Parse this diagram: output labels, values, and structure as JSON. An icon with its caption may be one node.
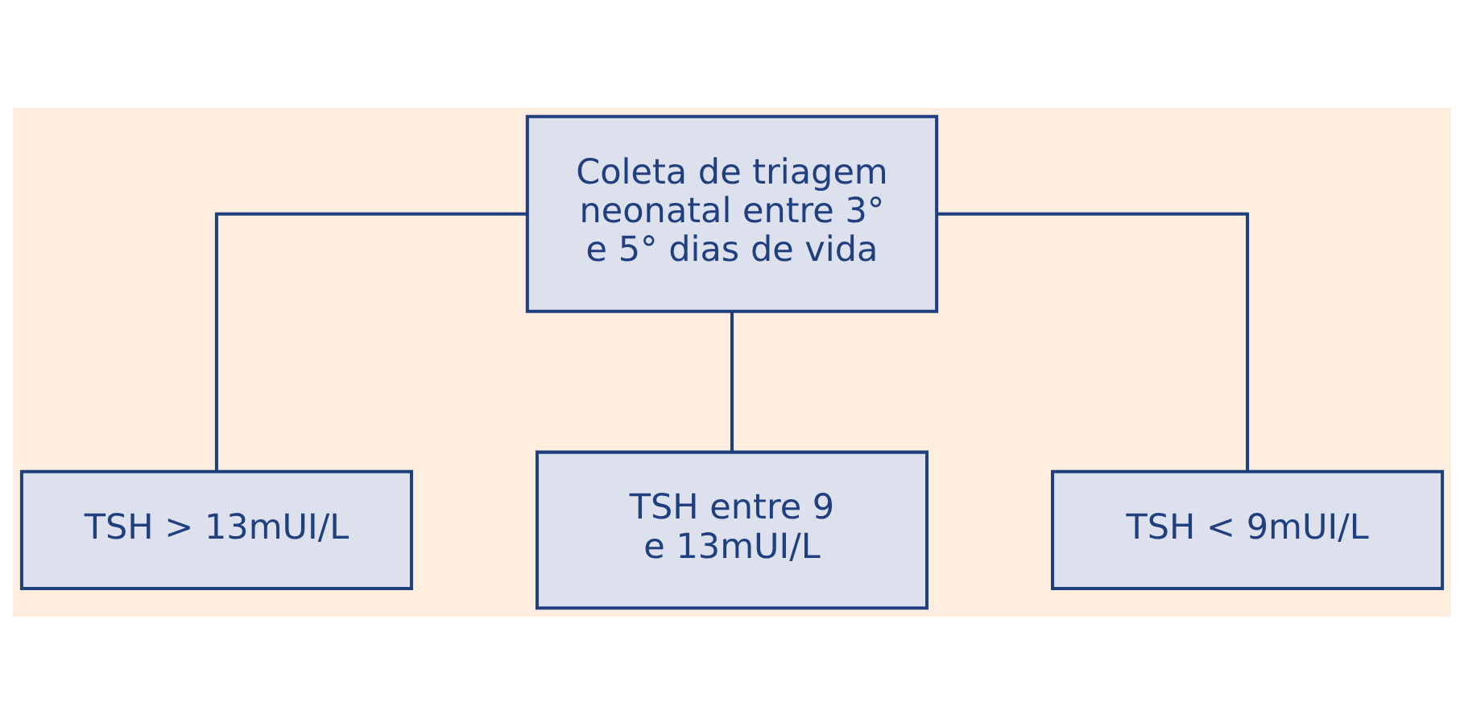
{
  "diagram": {
    "nodes": [
      {
        "text": [
          "Coleta de triagem neonatal entre 3° e 5° dias de vida"
        ]
      },
      {
        "text": [
          "TSH > 13mUI/L"
        ]
      },
      {
        "text": [
          "TSH entre 9 e 13mUI/L"
        ]
      },
      {
        "text": [
          "TSH < 9mUI/L"
        ]
      }
    ],
    "edges": [
      {
        "from": 0,
        "to": 1,
        "arrow": "none"
      },
      {
        "from": 0,
        "to": 2,
        "arrow": "none"
      },
      {
        "from": 0,
        "to": 3,
        "arrow": "none"
      }
    ]
  }
}
